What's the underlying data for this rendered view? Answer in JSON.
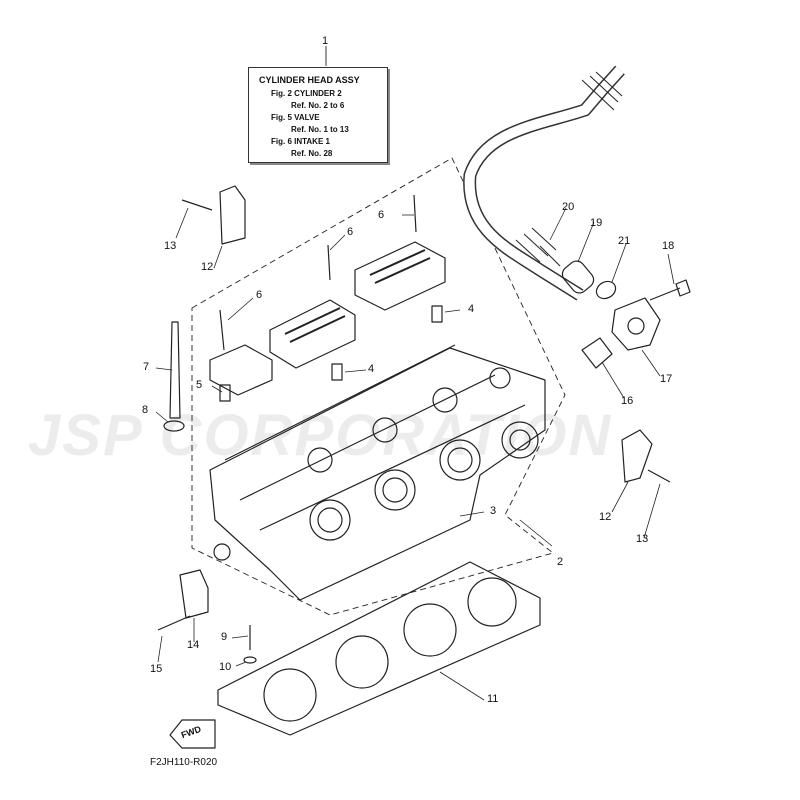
{
  "watermark": "JSP CORPORATION",
  "info_box": {
    "title": "CYLINDER HEAD ASSY",
    "lines": [
      "Fig.  2 CYLINDER 2",
      "Ref. No. 2 to 6",
      "Fig.  5 VALVE",
      "Ref. No. 1 to 13",
      "Fig.  6 INTAKE 1",
      "Ref. No. 28"
    ]
  },
  "drawing_code": "F2JH110-R020",
  "fwd_label": "FWD",
  "callouts": [
    {
      "id": "c1",
      "label": "1"
    },
    {
      "id": "c2",
      "label": "2"
    },
    {
      "id": "c3",
      "label": "3"
    },
    {
      "id": "c4a",
      "label": "4"
    },
    {
      "id": "c4b",
      "label": "4"
    },
    {
      "id": "c5",
      "label": "5"
    },
    {
      "id": "c6a",
      "label": "6"
    },
    {
      "id": "c6b",
      "label": "6"
    },
    {
      "id": "c6c",
      "label": "6"
    },
    {
      "id": "c7",
      "label": "7"
    },
    {
      "id": "c8",
      "label": "8"
    },
    {
      "id": "c9",
      "label": "9"
    },
    {
      "id": "c10",
      "label": "10"
    },
    {
      "id": "c11",
      "label": "11"
    },
    {
      "id": "c12a",
      "label": "12"
    },
    {
      "id": "c12b",
      "label": "12"
    },
    {
      "id": "c13a",
      "label": "13"
    },
    {
      "id": "c13b",
      "label": "13"
    },
    {
      "id": "c14",
      "label": "14"
    },
    {
      "id": "c15",
      "label": "15"
    },
    {
      "id": "c16",
      "label": "16"
    },
    {
      "id": "c17",
      "label": "17"
    },
    {
      "id": "c18",
      "label": "18"
    },
    {
      "id": "c19",
      "label": "19"
    },
    {
      "id": "c20",
      "label": "20"
    },
    {
      "id": "c21",
      "label": "21"
    }
  ]
}
